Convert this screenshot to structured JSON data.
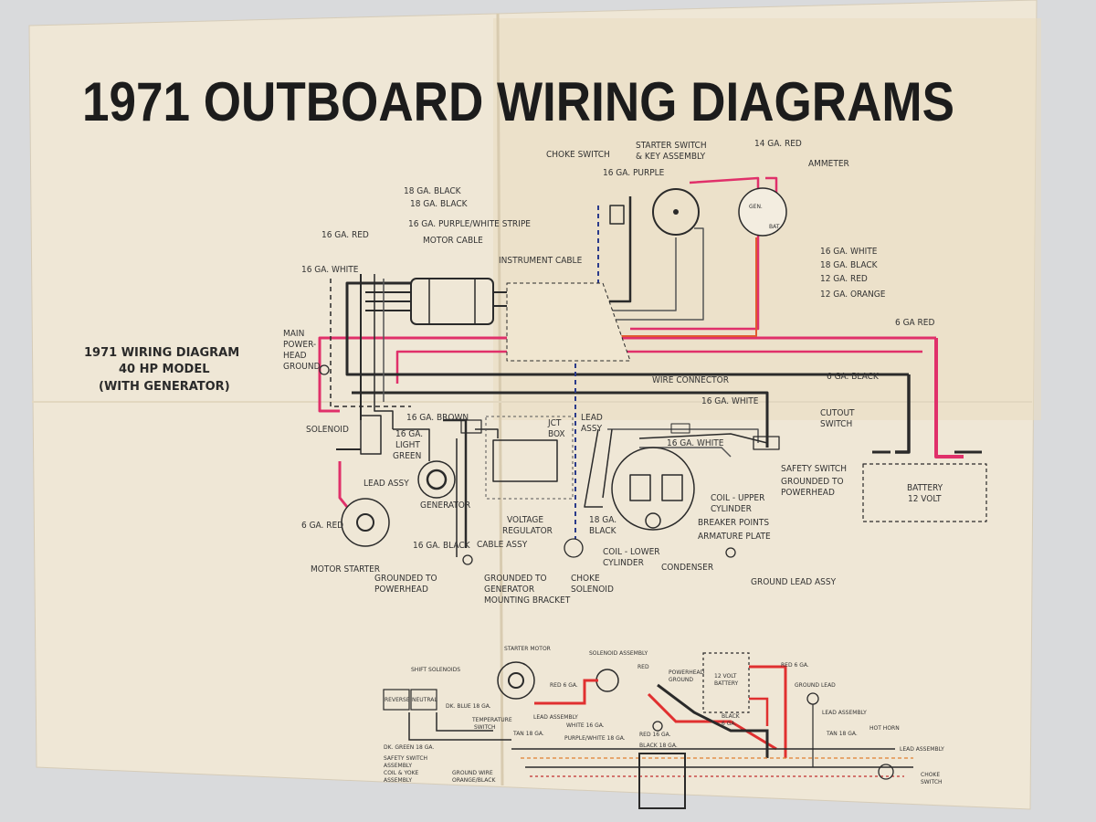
{
  "poster": {
    "title": "1971 OUTBOARD WIRING DIAGRAMS",
    "caption_lines": [
      "1971 WIRING DIAGRAM",
      "40 HP MODEL",
      "(WITH GENERATOR)"
    ]
  },
  "colors": {
    "paper": "#efe7d6",
    "wire_red": "#e0306a",
    "wire_black": "#2a2a2a",
    "wire_orange": "#e05a30"
  },
  "top_diagram": {
    "labels": {
      "choke_switch": "CHOKE SWITCH",
      "starter_switch_1": "STARTER SWITCH",
      "starter_switch_2": "& KEY ASSEMBLY",
      "ga14_red": "14 GA. RED",
      "ammeter": "AMMETER",
      "ga16_purple": "16 GA. PURPLE",
      "ga18_black_1": "18 GA. BLACK",
      "ga18_black_2": "18 GA. BLACK",
      "ga16_purple_white": "16 GA. PURPLE/WHITE STRIPE",
      "ga16_red": "16 GA. RED",
      "motor_cable": "MOTOR CABLE",
      "ga16_white_left": "16 GA. WHITE",
      "instrument_cable": "INSTRUMENT CABLE",
      "ga16_white_right": "16 GA. WHITE",
      "ga18_black_right": "18 GA. BLACK",
      "ga12_red": "12 GA. RED",
      "ga12_orange": "12 GA. ORANGE",
      "ga6_red": "6 GA RED",
      "ga6_black": "6 GA. BLACK",
      "main_powerhead_1": "MAIN",
      "main_powerhead_2": "POWER-",
      "main_powerhead_3": "HEAD",
      "main_powerhead_4": "GROUND",
      "wire_connector": "WIRE CONNECTOR",
      "ga16_white_mid": "16 GA. WHITE",
      "cutout_switch_1": "CUTOUT",
      "cutout_switch_2": "SWITCH",
      "solenoid": "SOLENOID",
      "ga16_brown": "16 GA. BROWN",
      "ga16_light_green_1": "16 GA.",
      "ga16_light_green_2": "LIGHT",
      "ga16_light_green_3": "GREEN",
      "jct_box_1": "JCT",
      "jct_box_2": "BOX",
      "lead_assy_top_1": "LEAD",
      "lead_assy_top_2": "ASSY",
      "ga16_white_low": "16 GA. WHITE",
      "safety_switch": "SAFETY SWITCH",
      "grounded_powerhead_r1": "GROUNDED TO",
      "grounded_powerhead_r2": "POWERHEAD",
      "battery_1": "BATTERY",
      "battery_2": "12 VOLT",
      "lead_assy": "LEAD ASSY",
      "generator": "GENERATOR",
      "ga6_red_left": "6 GA. RED",
      "voltage_regulator_1": "VOLTAGE",
      "voltage_regulator_2": "REGULATOR",
      "ga18_black_low_1": "18 GA.",
      "ga18_black_low_2": "BLACK",
      "coil_upper_1": "COIL - UPPER",
      "coil_upper_2": "CYLINDER",
      "breaker_points": "BREAKER POINTS",
      "armature_plate": "ARMATURE PLATE",
      "ga16_black": "16 GA. BLACK",
      "cable_assy": "CABLE ASSY",
      "coil_lower_1": "COIL - LOWER",
      "coil_lower_2": "CYLINDER",
      "condenser": "CONDENSER",
      "motor_starter": "MOTOR STARTER",
      "grounded_powerhead_l1": "GROUNDED TO",
      "grounded_powerhead_l2": "POWERHEAD",
      "grounded_gen_1": "GROUNDED TO",
      "grounded_gen_2": "GENERATOR",
      "grounded_gen_3": "MOUNTING BRACKET",
      "choke_solenoid_1": "CHOKE",
      "choke_solenoid_2": "SOLENOID",
      "ground_lead_assy": "GROUND LEAD ASSY",
      "ammeter_gen": "GEN.",
      "ammeter_bat": "BAT."
    }
  },
  "bottom_diagram": {
    "labels": {
      "starter_motor": "STARTER MOTOR",
      "solenoid_assembly": "SOLENOID ASSEMBLY",
      "battery_1": "12 VOLT",
      "battery_2": "BATTERY",
      "red_6ga_top": "RED 6 GA.",
      "shift_solenoids": "SHIFT SOLENOIDS",
      "reverse": "REVERSE",
      "neutral": "NEUTRAL",
      "dk_blue": "DK. BLUE 18 GA.",
      "red_6ga_left": "RED 6 GA.",
      "red_powerhead": "RED",
      "powerhead_ground_1": "POWERHEAD",
      "powerhead_ground_2": "GROUND",
      "ground_lead": "GROUND LEAD",
      "lead_assembly_1": "LEAD ASSEMBLY",
      "temperature_switch_1": "TEMPERATURE",
      "temperature_switch_2": "SWITCH",
      "white_16ga": "WHITE 16 GA.",
      "black_6ga_1": "BLACK",
      "black_6ga_2": "6 GA.",
      "lead_assembly_2": "LEAD ASSEMBLY",
      "tan_18ga_left": "TAN 18 GA.",
      "purple_white": "PURPLE/WHITE 18 GA.",
      "red_16ga": "RED 16 GA.",
      "tan_18ga_right": "TAN 18 GA.",
      "hot_horn": "HOT HORN",
      "dk_green": "DK. GREEN 18 GA.",
      "black_18ga": "BLACK 18 GA.",
      "lead_assembly_3": "LEAD ASSEMBLY",
      "safety_switch_assy_1": "SAFETY SWITCH",
      "safety_switch_assy_2": "ASSEMBLY",
      "coil_yoke_1": "COIL & YOKE",
      "coil_yoke_2": "ASSEMBLY",
      "ground_wire_1": "GROUND WIRE",
      "ground_wire_2": "ORANGE/BLACK",
      "choke_switch_1": "CHOKE",
      "choke_switch_2": "SWITCH"
    }
  }
}
